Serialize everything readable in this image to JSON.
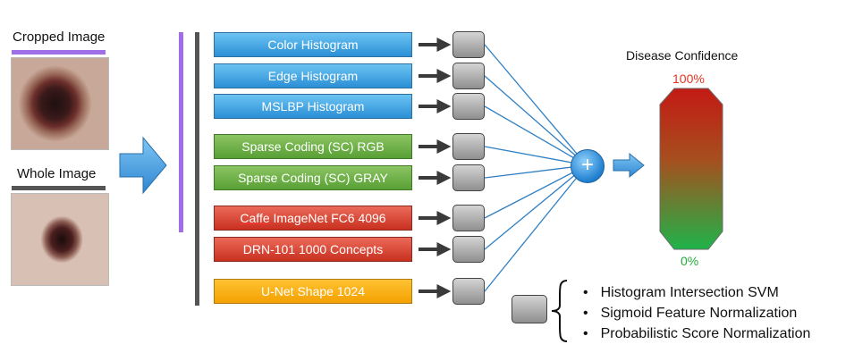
{
  "images": {
    "cropped_label": "Cropped Image",
    "whole_label": "Whole Image"
  },
  "features": [
    {
      "label": "Color Histogram",
      "color": "blue"
    },
    {
      "label": "Edge Histogram",
      "color": "blue"
    },
    {
      "label": "MSLBP Histogram",
      "color": "blue"
    },
    {
      "label": "Sparse Coding (SC) RGB",
      "color": "green"
    },
    {
      "label": "Sparse Coding (SC) GRAY",
      "color": "green"
    },
    {
      "label_prefix": "Caffe",
      "label_rest": " ImageNet FC6 4096",
      "color": "red"
    },
    {
      "label": "DRN-101 1000 Concepts",
      "color": "red"
    },
    {
      "label": "U-Net Shape 1024",
      "color": "orange"
    }
  ],
  "fusion": {
    "symbol": "+"
  },
  "confidence": {
    "title": "Disease Confidence",
    "top_label": "100%",
    "bottom_label": "0%",
    "top_color": "#e8321e",
    "bottom_color": "#22a838"
  },
  "legend": {
    "items": [
      "Histogram Intersection SVM",
      "Sigmoid Feature  Normalization",
      "Probabilistic Score Normalization"
    ]
  },
  "colors": {
    "purple_bar": "#a06ee8",
    "dark_bar": "#555555",
    "arrow_blue": "#3a9be0"
  }
}
